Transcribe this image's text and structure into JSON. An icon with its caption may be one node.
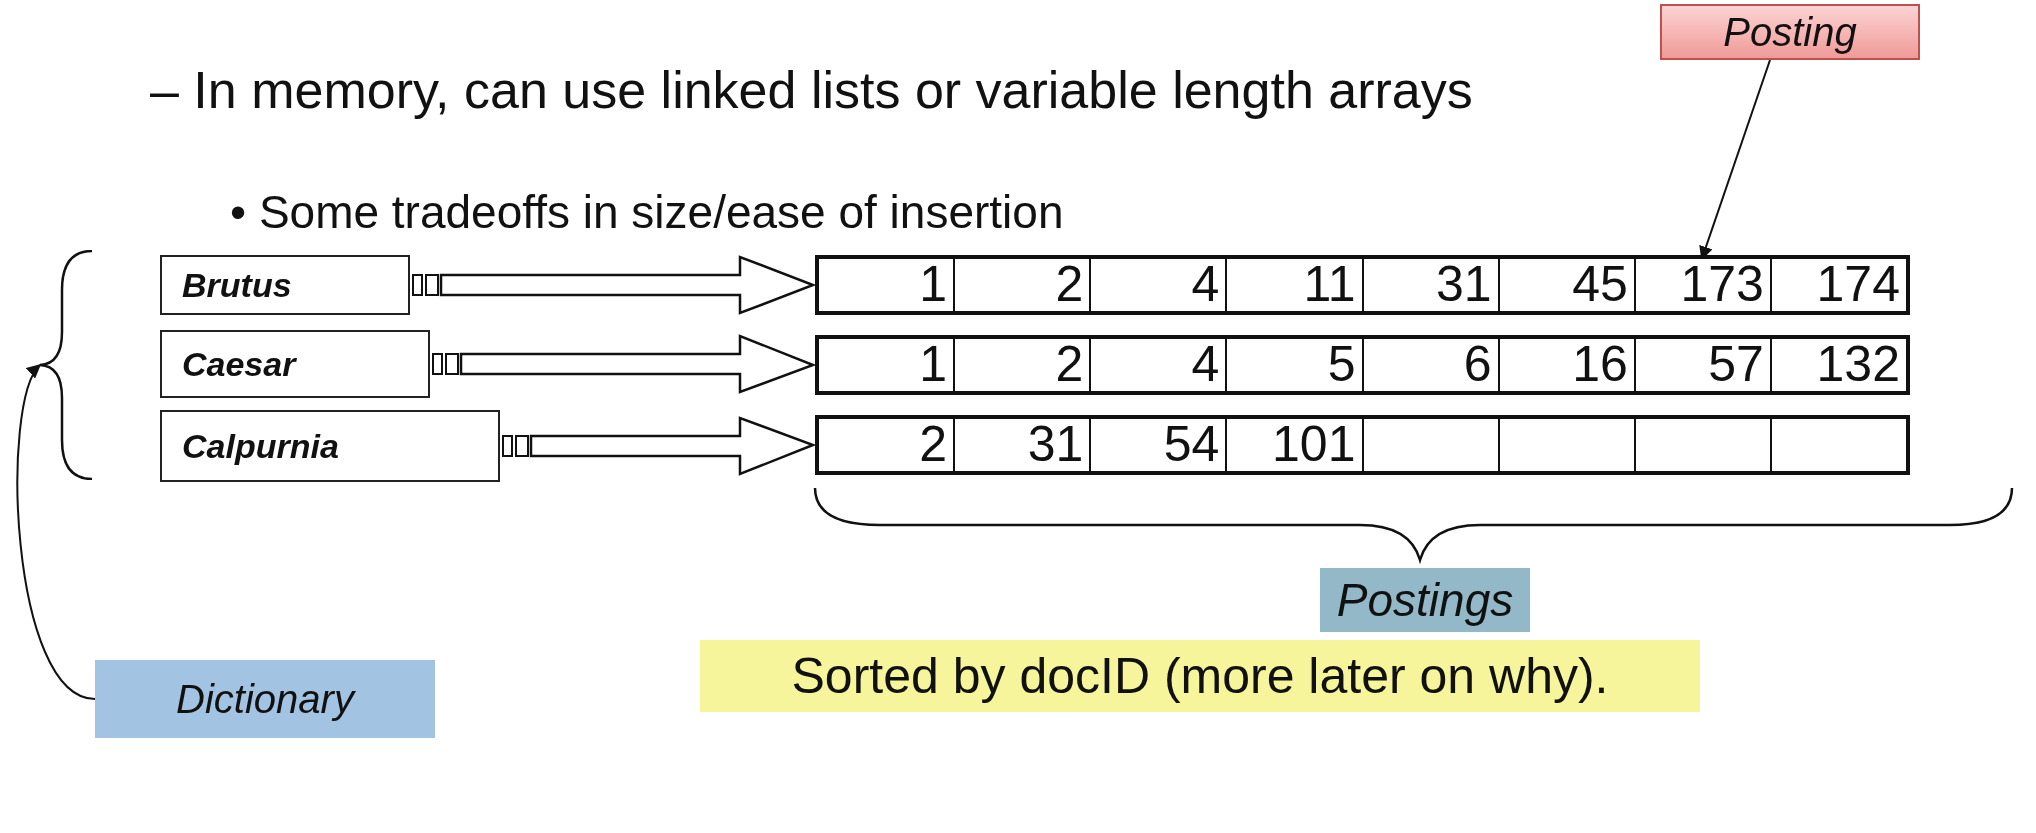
{
  "diagram": {
    "nodes": [
      {
        "text": [
          "Brutus"
        ]
      },
      {
        "text": [
          "Caesar"
        ]
      },
      {
        "text": [
          "Calpurnia"
        ]
      },
      {
        "text": [],
        "shape": "bar"
      },
      {
        "text": [
          "1"
        ],
        "in": 3
      },
      {
        "text": [
          "2"
        ],
        "in": 3
      },
      {
        "text": [
          "4"
        ],
        "in": 3
      },
      {
        "text": [
          "11"
        ],
        "in": 3
      },
      {
        "text": [
          "31"
        ],
        "in": 3
      },
      {
        "text": [
          "45"
        ],
        "in": 3
      },
      {
        "text": [
          "173"
        ],
        "in": 3
      },
      {
        "text": [
          "174"
        ],
        "in": 3
      },
      {
        "text": [],
        "shape": "bar"
      },
      {
        "text": [
          "1"
        ],
        "in": 12
      },
      {
        "text": [
          "2"
        ],
        "in": 12
      },
      {
        "text": [
          "4"
        ],
        "in": 12
      },
      {
        "text": [
          "5"
        ],
        "in": 12
      },
      {
        "text": [
          "6"
        ],
        "in": 12
      },
      {
        "text": [
          "16"
        ],
        "in": 12
      },
      {
        "text": [
          "57"
        ],
        "in": 12
      },
      {
        "text": [
          "132"
        ],
        "in": 12
      },
      {
        "text": [],
        "shape": "bar"
      },
      {
        "text": [
          "2"
        ],
        "in": 21
      },
      {
        "text": [
          "31"
        ],
        "in": 21
      },
      {
        "text": [
          "54"
        ],
        "in": 21
      },
      {
        "text": [
          "101"
        ],
        "in": 21
      },
      {
        "text": [],
        "shape": "box",
        "in": 21
      },
      {
        "text": [],
        "shape": "box",
        "in": 21
      },
      {
        "text": [],
        "shape": "box",
        "in": 21
      },
      {
        "text": [],
        "shape": "box",
        "in": 21
      },
      {
        "text": [
          "Posting"
        ]
      },
      {
        "text": [
          "Dictionary"
        ]
      },
      {
        "text": [
          "Postings"
        ]
      },
      {
        "text": [
          "Sorted by docID (more later on why)."
        ]
      },
      {
        "text": [],
        "shape": "brace"
      }
    ],
    "edges": [
      {
        "from": 0,
        "to": 3,
        "arrow": "to",
        "style": "thick"
      },
      {
        "from": 1,
        "to": 12,
        "arrow": "to",
        "style": "thick"
      },
      {
        "from": 2,
        "to": 21,
        "arrow": "to",
        "style": "thick"
      },
      {
        "from": 30,
        "to": 10,
        "arrow": "to"
      },
      {
        "from": 31,
        "to": 34,
        "arrow": "to"
      }
    ],
    "labels": [
      "– In memory, can use linked lists or variable length arrays",
      "• Some tradeoffs in size/ease of insertion"
    ]
  }
}
